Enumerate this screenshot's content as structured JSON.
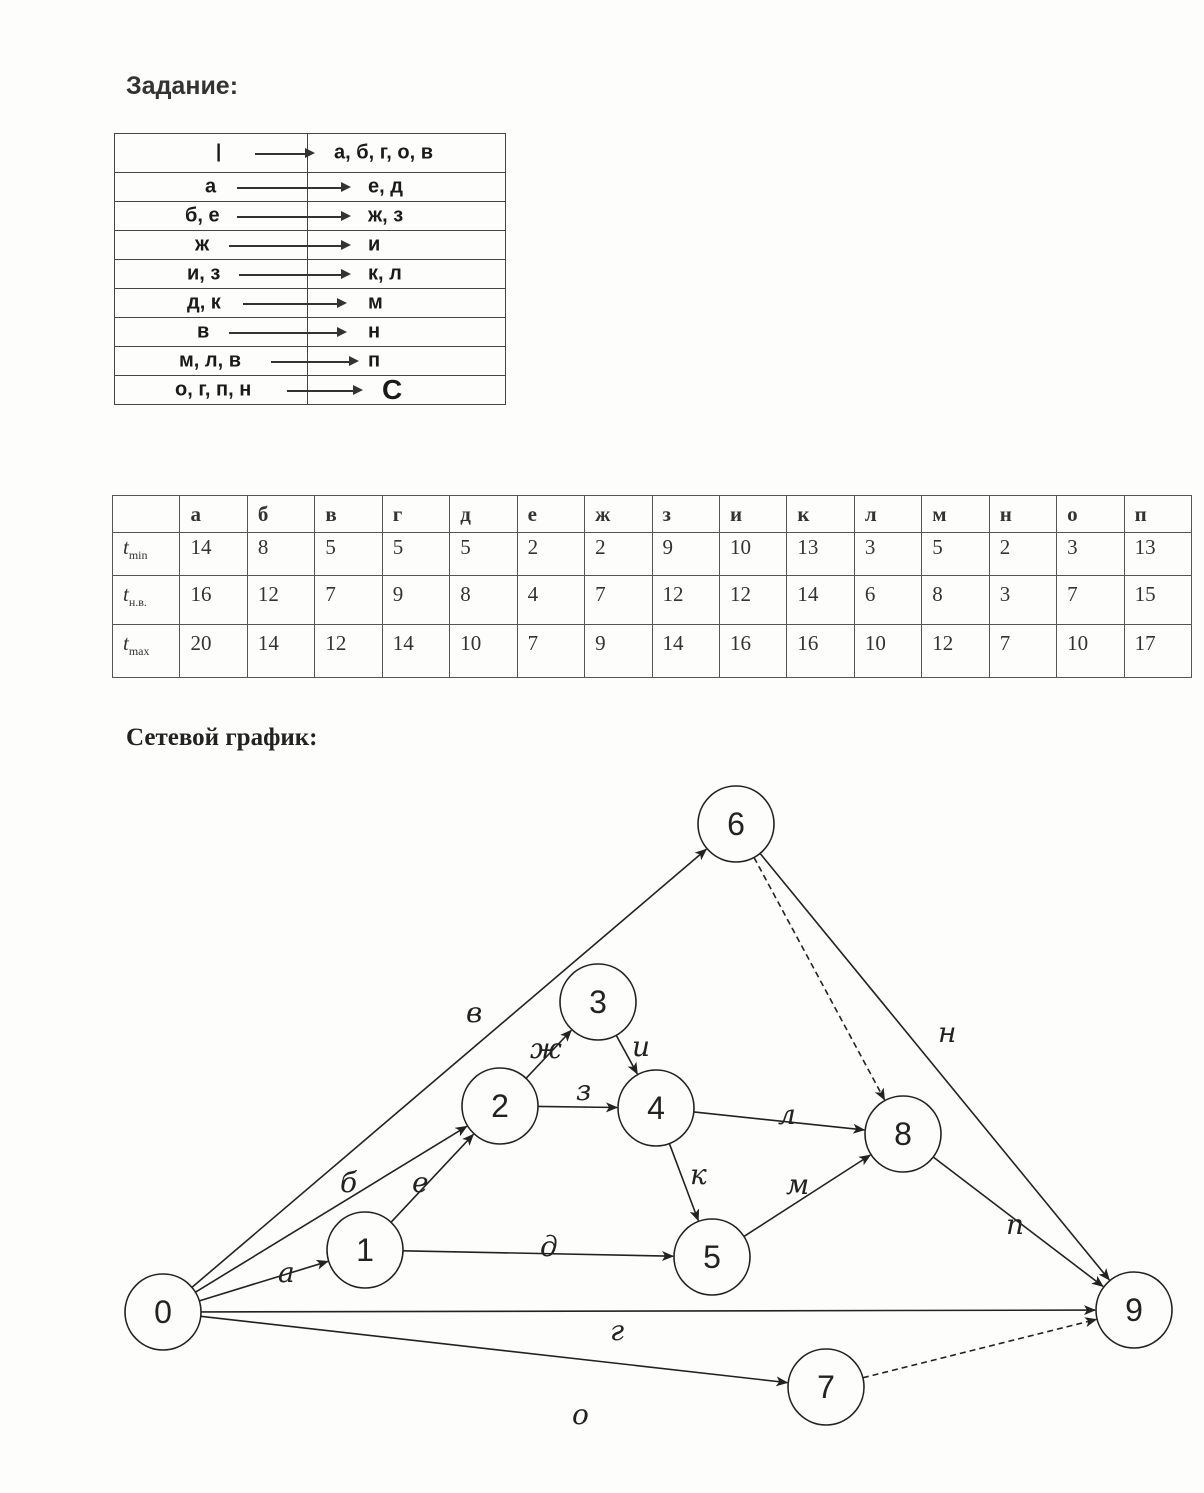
{
  "task": {
    "heading": "Задание:",
    "dependencies": [
      {
        "pred": "I",
        "succ": "а, б, г, о, в"
      },
      {
        "pred": "а",
        "succ": "е, д"
      },
      {
        "pred": "б, е",
        "succ": "ж, з"
      },
      {
        "pred": "ж",
        "succ": "и"
      },
      {
        "pred": "и, з",
        "succ": "к, л"
      },
      {
        "pred": "д, к",
        "succ": "м"
      },
      {
        "pred": "в",
        "succ": "н"
      },
      {
        "pred": "м, л, в",
        "succ": "п"
      },
      {
        "pred": "о, г, п, н",
        "succ": "С"
      }
    ]
  },
  "durations": {
    "columns": [
      "а",
      "б",
      "в",
      "г",
      "д",
      "е",
      "ж",
      "з",
      "и",
      "к",
      "л",
      "м",
      "н",
      "о",
      "п"
    ],
    "rows": [
      {
        "label_main": "t",
        "label_sub": "min",
        "values": [
          "14",
          "8",
          "5",
          "5",
          "5",
          "2",
          "2",
          "9",
          "10",
          "13",
          "3",
          "5",
          "2",
          "3",
          "13"
        ]
      },
      {
        "label_main": "t",
        "label_sub": "н.в.",
        "values": [
          "16",
          "12",
          "7",
          "9",
          "8",
          "4",
          "7",
          "12",
          "12",
          "14",
          "6",
          "8",
          "3",
          "7",
          "15"
        ]
      },
      {
        "label_main": "t",
        "label_sub": "max",
        "values": [
          "20",
          "14",
          "12",
          "14",
          "10",
          "7",
          "9",
          "14",
          "16",
          "16",
          "10",
          "12",
          "7",
          "10",
          "17"
        ]
      }
    ]
  },
  "network": {
    "heading": "Сетевой график:",
    "nodes": [
      {
        "id": "0",
        "label": "0"
      },
      {
        "id": "1",
        "label": "1"
      },
      {
        "id": "2",
        "label": "2"
      },
      {
        "id": "3",
        "label": "3"
      },
      {
        "id": "4",
        "label": "4"
      },
      {
        "id": "5",
        "label": "5"
      },
      {
        "id": "6",
        "label": "6"
      },
      {
        "id": "7",
        "label": "7"
      },
      {
        "id": "8",
        "label": "8"
      },
      {
        "id": "9",
        "label": "9"
      }
    ],
    "edges": [
      {
        "from": "0",
        "to": "1",
        "label": "а",
        "dashed": false
      },
      {
        "from": "0",
        "to": "2",
        "label": "б",
        "dashed": false
      },
      {
        "from": "0",
        "to": "6",
        "label": "в",
        "dashed": false
      },
      {
        "from": "0",
        "to": "9",
        "label": "г",
        "dashed": false
      },
      {
        "from": "0",
        "to": "7",
        "label": "о",
        "dashed": false
      },
      {
        "from": "1",
        "to": "2",
        "label": "е",
        "dashed": false
      },
      {
        "from": "1",
        "to": "5",
        "label": "д",
        "dashed": false
      },
      {
        "from": "2",
        "to": "3",
        "label": "ж",
        "dashed": false
      },
      {
        "from": "2",
        "to": "4",
        "label": "з",
        "dashed": false
      },
      {
        "from": "3",
        "to": "4",
        "label": "и",
        "dashed": false
      },
      {
        "from": "4",
        "to": "5",
        "label": "к",
        "dashed": false
      },
      {
        "from": "4",
        "to": "8",
        "label": "л",
        "dashed": false
      },
      {
        "from": "5",
        "to": "8",
        "label": "м",
        "dashed": false
      },
      {
        "from": "6",
        "to": "8",
        "label": "",
        "dashed": true
      },
      {
        "from": "6",
        "to": "9",
        "label": "н",
        "dashed": false
      },
      {
        "from": "8",
        "to": "9",
        "label": "п",
        "dashed": false
      },
      {
        "from": "7",
        "to": "9",
        "label": "",
        "dashed": true
      }
    ]
  }
}
